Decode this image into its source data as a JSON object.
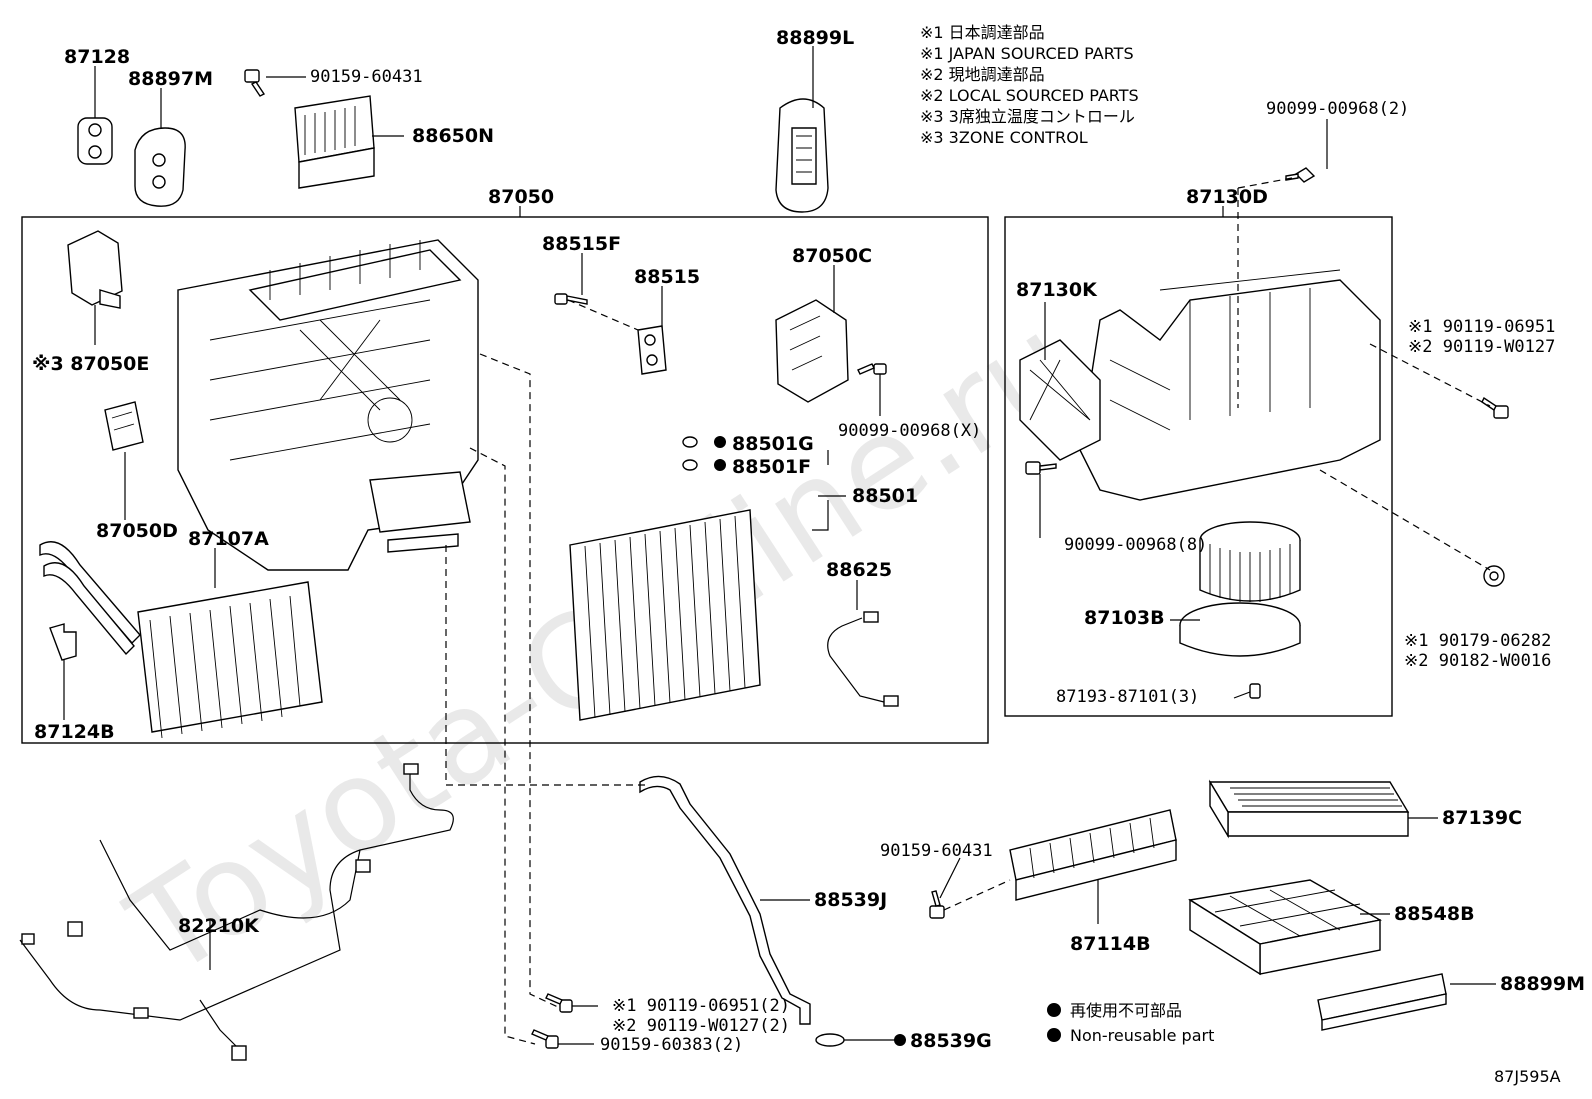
{
  "watermark": "Toyota-Carline.ru",
  "figure_code": "87J595A",
  "notes": {
    "n1_jp": "※1 日本調達部品",
    "n1_en": "※1 JAPAN SOURCED PARTS",
    "n2_jp": "※2 現地調達部品",
    "n2_en": "※2 LOCAL SOURCED PARTS",
    "n3_jp": "※3 3席独立温度コントロール",
    "n3_en": "※3 3ZONE CONTROL"
  },
  "legend": {
    "jp": "再使用不可部品",
    "en": "Non-reusable part"
  },
  "labels": {
    "p87128": "87128",
    "p88897M": "88897M",
    "p90159_60431_top": "90159-60431",
    "p88650N": "88650N",
    "p88899L": "88899L",
    "p90099_00968_2": "90099-00968(2)",
    "p87050": "87050",
    "p87130D": "87130D",
    "p88515F": "88515F",
    "p88515": "88515",
    "p87050C": "87050C",
    "p87050E": "※3 87050E",
    "p90099_00968_X": "90099-00968(X)",
    "p88501G": "88501G",
    "p88501F": "88501F",
    "p88501": "88501",
    "p87050D": "87050D",
    "p87107A": "87107A",
    "p88625": "88625",
    "p87124B": "87124B",
    "p87130K": "87130K",
    "p90119_06951": "※1 90119-06951",
    "p90119_W0127": "※2 90119-W0127",
    "p90099_00968_8": "90099-00968(8)",
    "p87103B": "87103B",
    "p90179_06282": "※1 90179-06282",
    "p90182_W0016": "※2 90182-W0016",
    "p87193_87101": "87193-87101(3)",
    "p87139C": "87139C",
    "p90159_60431_mid": "90159-60431",
    "p88539J": "88539J",
    "p82210K": "82210K",
    "p87114B": "87114B",
    "p88548B": "88548B",
    "p88899M": "88899M",
    "p90119_06951_2": "※1 90119-06951(2)",
    "p90119_W0127_2": "※2 90119-W0127(2)",
    "p90159_60383_2": "90159-60383(2)",
    "p88539G": "88539G"
  }
}
